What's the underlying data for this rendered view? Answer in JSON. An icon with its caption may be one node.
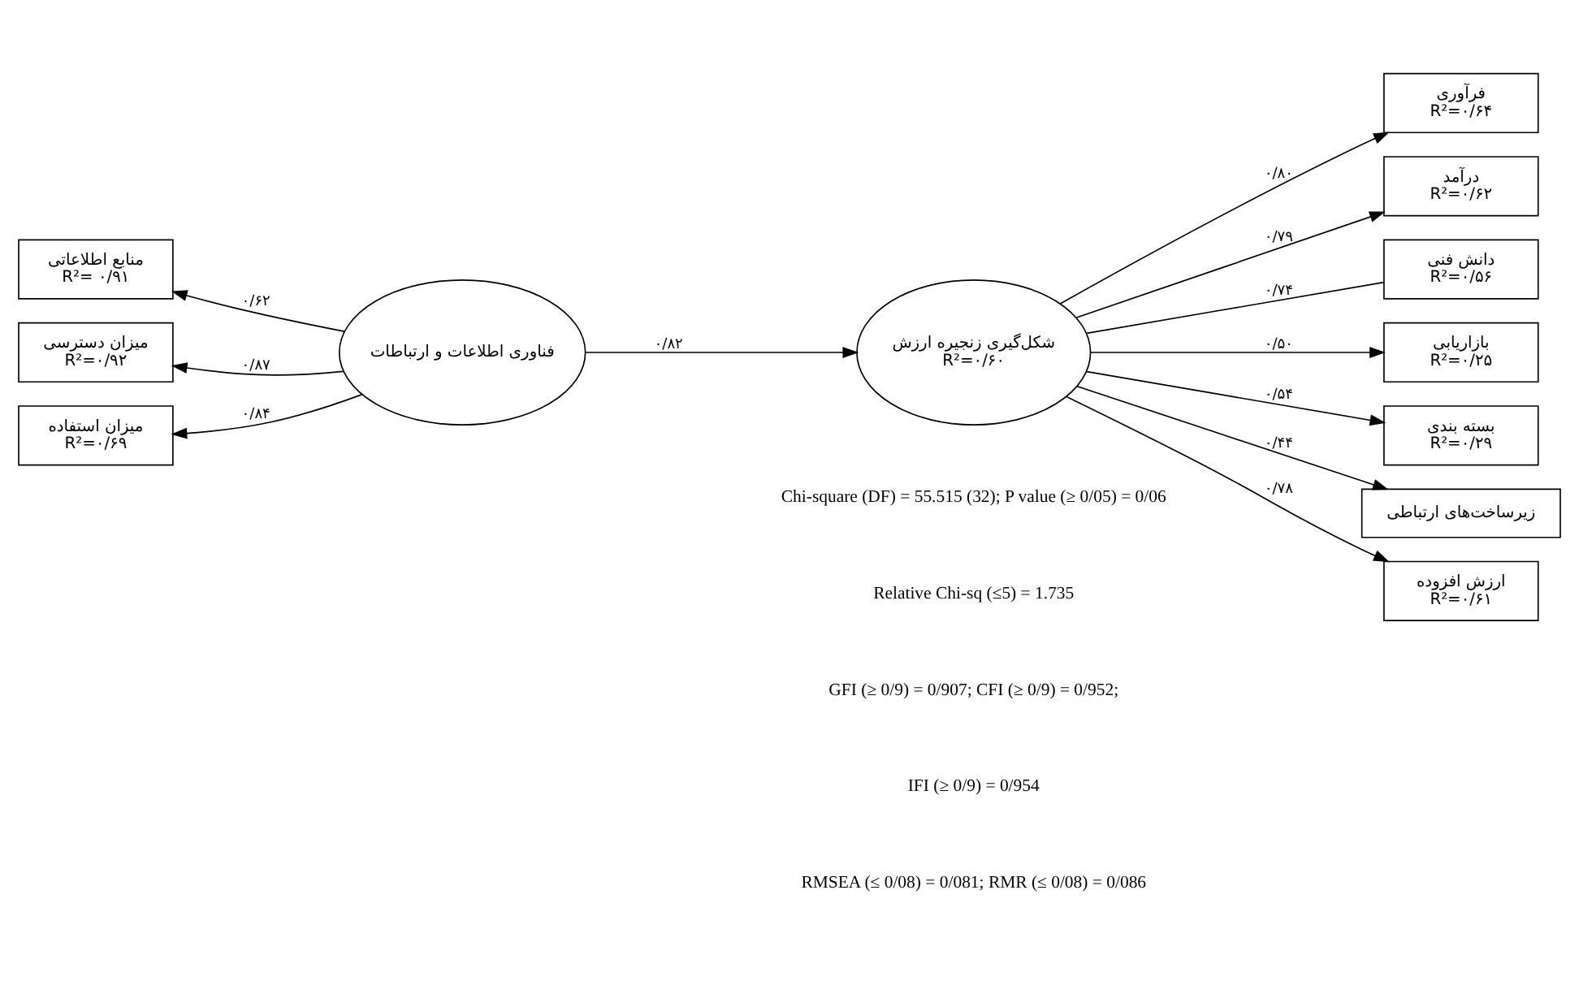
{
  "diagram": {
    "nodes": [
      {
        "text": [
          "فناوری اطلاعات و ارتباطات"
        ]
      },
      {
        "text": [
          "منابع اطلاعاتی",
          "R²= ۰/۹۱"
        ]
      },
      {
        "text": [
          "میزان دسترسی",
          "R²=۰/۹۲"
        ]
      },
      {
        "text": [
          "میزان استفاده",
          "R²=۰/۶۹"
        ]
      },
      {
        "text": [
          "شکل‌گیری زنجیره ارزش",
          "R²=۰/۶۰"
        ]
      },
      {
        "text": [
          "فرآوری",
          "R²=۰/۶۴"
        ]
      },
      {
        "text": [
          "درآمد",
          "R²=۰/۶۲"
        ]
      },
      {
        "text": [
          "دانش فنی",
          "R²=۰/۵۶"
        ]
      },
      {
        "text": [
          "بازاریابی",
          "R²=۰/۲۵"
        ]
      },
      {
        "text": [
          "بسته بندی",
          "R²=۰/۲۹"
        ]
      },
      {
        "text": [
          "زیرساخت‌های ارتباطی"
        ]
      },
      {
        "text": [
          "ارزش افزوده",
          "R²=۰/۶۱"
        ]
      }
    ],
    "edges": [
      {
        "from": 0,
        "to": 1,
        "arrow": "to",
        "label": "۰/۶۲"
      },
      {
        "from": 0,
        "to": 2,
        "arrow": "to",
        "label": "۰/۸۷"
      },
      {
        "from": 0,
        "to": 3,
        "arrow": "to",
        "label": "۰/۸۴"
      },
      {
        "from": 0,
        "to": 4,
        "arrow": "to",
        "label": "۰/۸۲"
      },
      {
        "from": 4,
        "to": 5,
        "arrow": "to",
        "label": "۰/۸۰"
      },
      {
        "from": 4,
        "to": 6,
        "arrow": "to",
        "label": "۰/۷۹"
      },
      {
        "from": 4,
        "to": 7,
        "arrow": "none",
        "label": "۰/۷۴"
      },
      {
        "from": 4,
        "to": 8,
        "arrow": "to",
        "label": "۰/۵۰"
      },
      {
        "from": 4,
        "to": 9,
        "arrow": "to",
        "label": "۰/۵۴"
      },
      {
        "from": 4,
        "to": 10,
        "arrow": "to",
        "label": "۰/۴۴"
      },
      {
        "from": 4,
        "to": 11,
        "arrow": "to",
        "label": "۰/۷۸"
      }
    ],
    "labels": [
      "Chi-square (DF) = 55.515 (32); P value (≥ 0/05) = 0/06",
      "Relative Chi-sq (≤5) = 1.735",
      "GFI (≥ 0/9) = 0/907; CFI (≥ 0/9) = 0/952;",
      "IFI (≥ 0/9) = 0/954",
      "RMSEA (≤ 0/08) = 0/081; RMR (≤ 0/08) = 0/086"
    ]
  }
}
